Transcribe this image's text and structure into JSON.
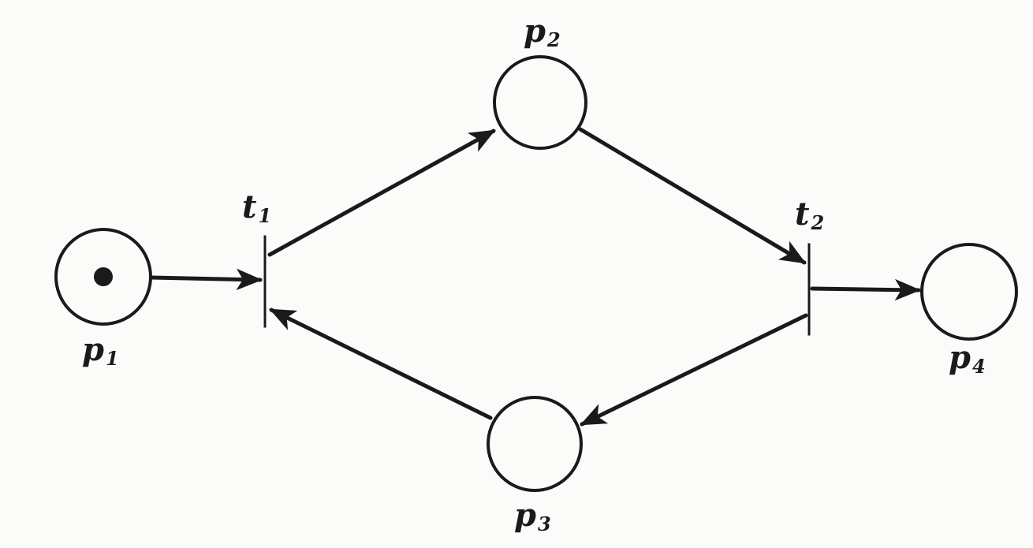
{
  "colors": {
    "ink": "#1a1a1a",
    "paper": "#fbfbf9"
  },
  "places": [
    {
      "id": "p1",
      "label": "p",
      "subscript": "1",
      "tokens": 1
    },
    {
      "id": "p2",
      "label": "p",
      "subscript": "2",
      "tokens": 0
    },
    {
      "id": "p3",
      "label": "p",
      "subscript": "3",
      "tokens": 0
    },
    {
      "id": "p4",
      "label": "p",
      "subscript": "4",
      "tokens": 0
    }
  ],
  "transitions": [
    {
      "id": "t1",
      "label": "t",
      "subscript": "1"
    },
    {
      "id": "t2",
      "label": "t",
      "subscript": "2"
    }
  ],
  "arcs": [
    {
      "from": "p1",
      "to": "t1"
    },
    {
      "from": "t1",
      "to": "p2"
    },
    {
      "from": "p2",
      "to": "t2"
    },
    {
      "from": "t2",
      "to": "p4"
    },
    {
      "from": "t2",
      "to": "p3"
    },
    {
      "from": "p3",
      "to": "t1"
    }
  ]
}
